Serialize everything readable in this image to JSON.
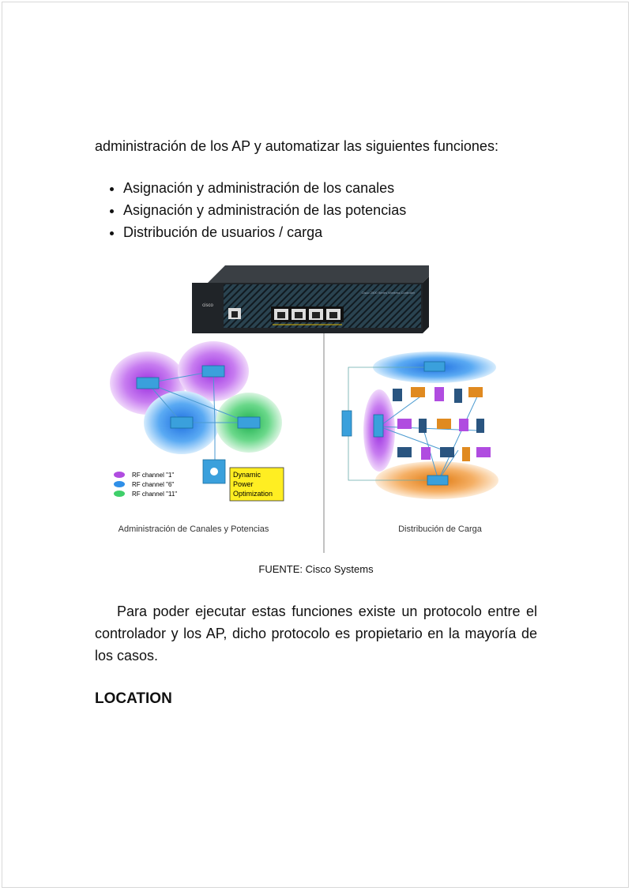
{
  "intro": "administración de los AP y automatizar las siguientes funciones:",
  "bullets": [
    "Asignación y administración de los canales",
    "Asignación y administración de las potencias",
    "Distribución de usuarios / carga"
  ],
  "figure": {
    "device_brand": "cisco",
    "device_model": "Cisco 2500 Series Wireless Controller",
    "legend": [
      "RF channel \"1\"",
      "RF channel \"6\"",
      "RF channel \"11\""
    ],
    "dpo_box": [
      "Dynamic",
      "Power",
      "Optimization"
    ],
    "left_label": "Administración de Canales y Potencias",
    "right_label": "Distribución de Carga",
    "colors": {
      "channel1": "#b04ce0",
      "channel6": "#2f8fe8",
      "channel11": "#3fcf6a",
      "load": "#f0a040",
      "dpo": "#ffee22"
    }
  },
  "caption": "FUENTE: Cisco Systems",
  "paragraph": "Para poder ejecutar estas funciones existe un protocolo entre el controlador y los AP, dicho protocolo es propietario en la mayoría de los casos.",
  "heading": "LOCATION"
}
